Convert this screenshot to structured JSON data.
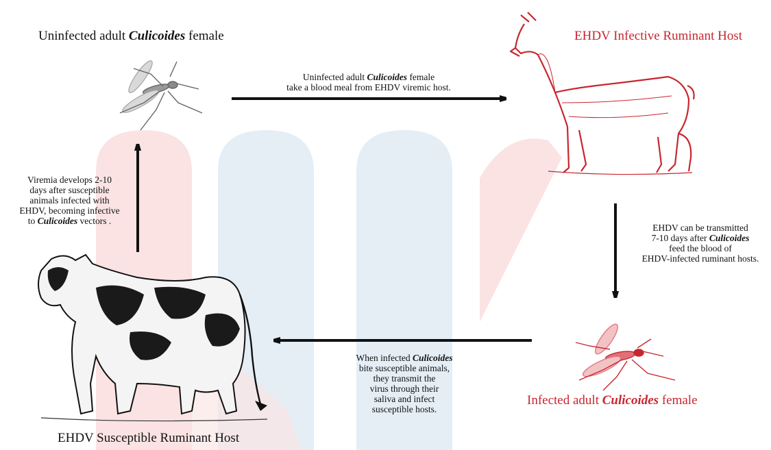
{
  "nodes": {
    "uninfected_midge": {
      "pre": "Uninfected adult ",
      "italic": "Culicoides",
      "post": " female"
    },
    "infective_host": {
      "text": "EHDV Infective Ruminant Host"
    },
    "infected_midge": {
      "pre": "Infected adult ",
      "italic": "Culicoides",
      "post": " female"
    },
    "susceptible_host": {
      "text": "EHDV Susceptible Ruminant Host"
    }
  },
  "edges": {
    "top": {
      "line1_pre": "Uninfected adult ",
      "line1_italic": "Culicoides",
      "line1_post": " female",
      "line2": "take a blood meal from EHDV viremic host."
    },
    "right": {
      "line1": "EHDV can be transmitted",
      "line2_pre": "7-10 days after ",
      "line2_italic": "Culicoides",
      "line3": "feed the blood of",
      "line4": "EHDV-infected ruminant hosts."
    },
    "bottom": {
      "line1_pre": "When infected ",
      "line1_italic": "Culicoides",
      "line2": "bite susceptible animals,",
      "line3": "they transmit the",
      "line4": "virus through their",
      "line5": "saliva and infect",
      "line6": "susceptible hosts."
    },
    "left": {
      "line1": "Viremia develops 2-10",
      "line2": "days after susceptible",
      "line3": "animals infected with",
      "line4": "EHDV, becoming infective",
      "line5_pre": "to ",
      "line5_italic": "Culicoides",
      "line5_post": " vectors ."
    }
  },
  "colors": {
    "red": "#c8262f",
    "arrow": "#111111",
    "bg_pink": "#fbe3e3",
    "bg_blue": "#e3edf4"
  }
}
